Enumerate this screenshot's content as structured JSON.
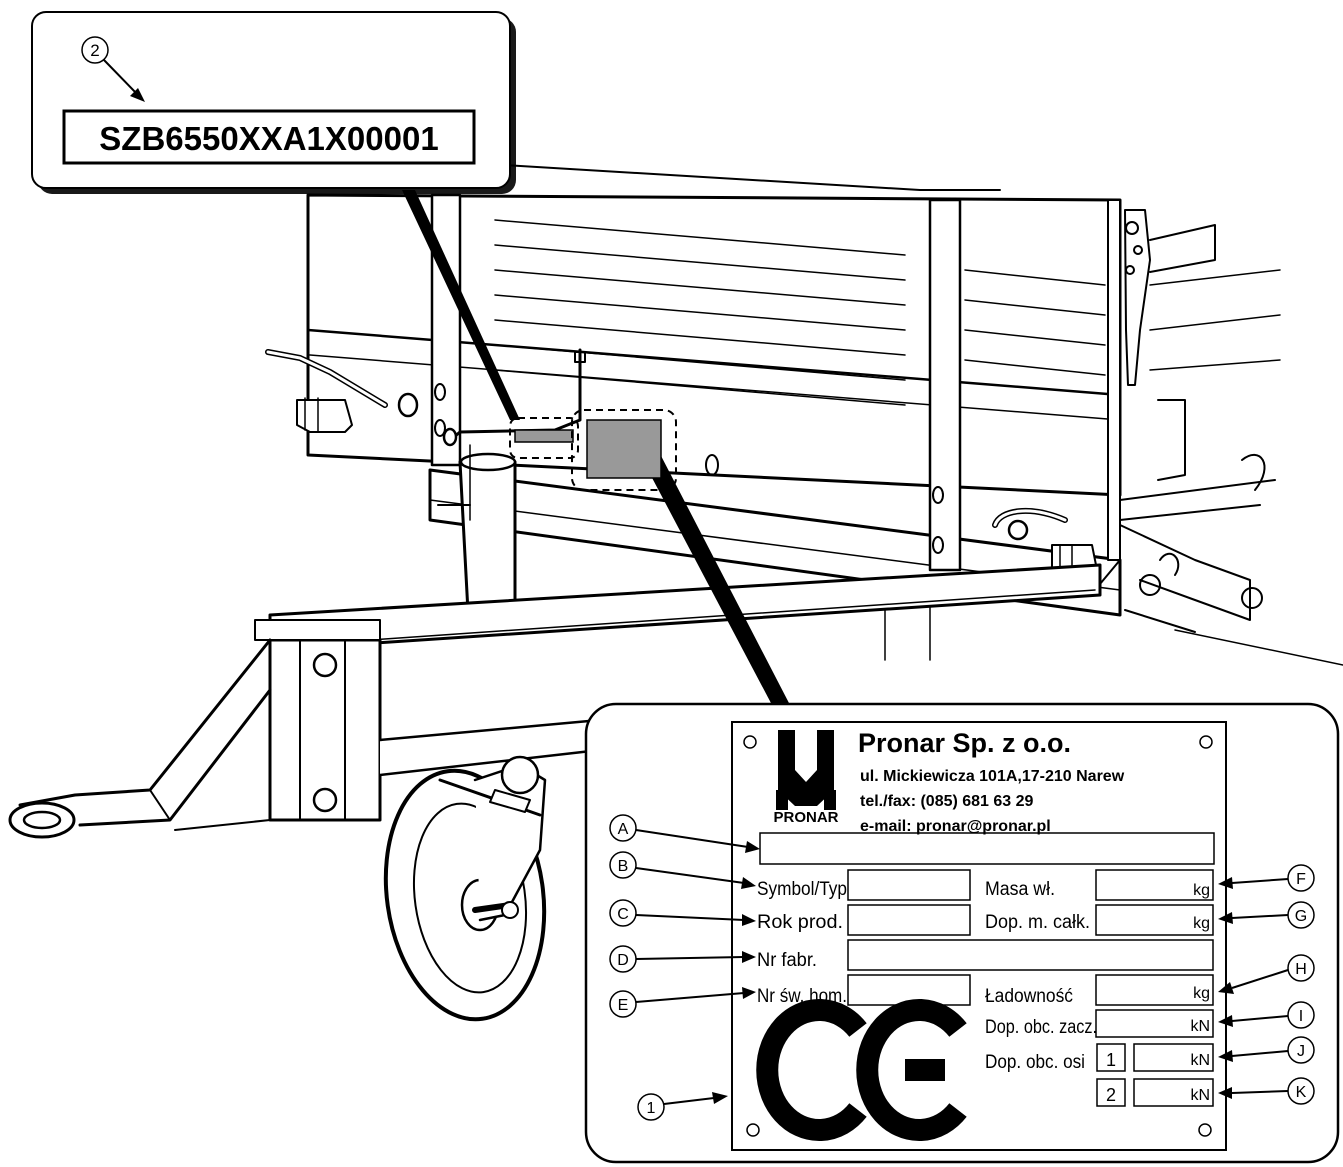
{
  "callout_serial": {
    "number": "2",
    "serial": "SZB6550XXA1X00001"
  },
  "plate": {
    "number": "1",
    "logo_text": "PRONAR",
    "company": "Pronar Sp. z o.o.",
    "address": "ul. Mickiewicza 101A,17-210 Narew",
    "phone": "tel./fax: (085) 681 63 29",
    "email": "e-mail: pronar@pronar.pl",
    "ce_mark": "CE",
    "labels": {
      "symbol": "Symbol/Typ",
      "year": "Rok prod.",
      "serial_no": "Nr fabr.",
      "homologation": "Nr św. hom.",
      "mass": "Masa wł.",
      "gross": "Dop. m. całk.",
      "payload": "Ładowność",
      "hitch_load": "Dop. obc. zacz.",
      "axle_load": "Dop. obc. osi"
    },
    "units": {
      "mass": "kg",
      "gross": "kg",
      "payload": "kg",
      "hitch_load": "kN",
      "axle1": "kN",
      "axle2": "kN"
    },
    "axle_numbers": [
      "1",
      "2"
    ],
    "callouts": [
      "A",
      "B",
      "C",
      "D",
      "E",
      "F",
      "G",
      "H",
      "I",
      "J",
      "K"
    ]
  }
}
